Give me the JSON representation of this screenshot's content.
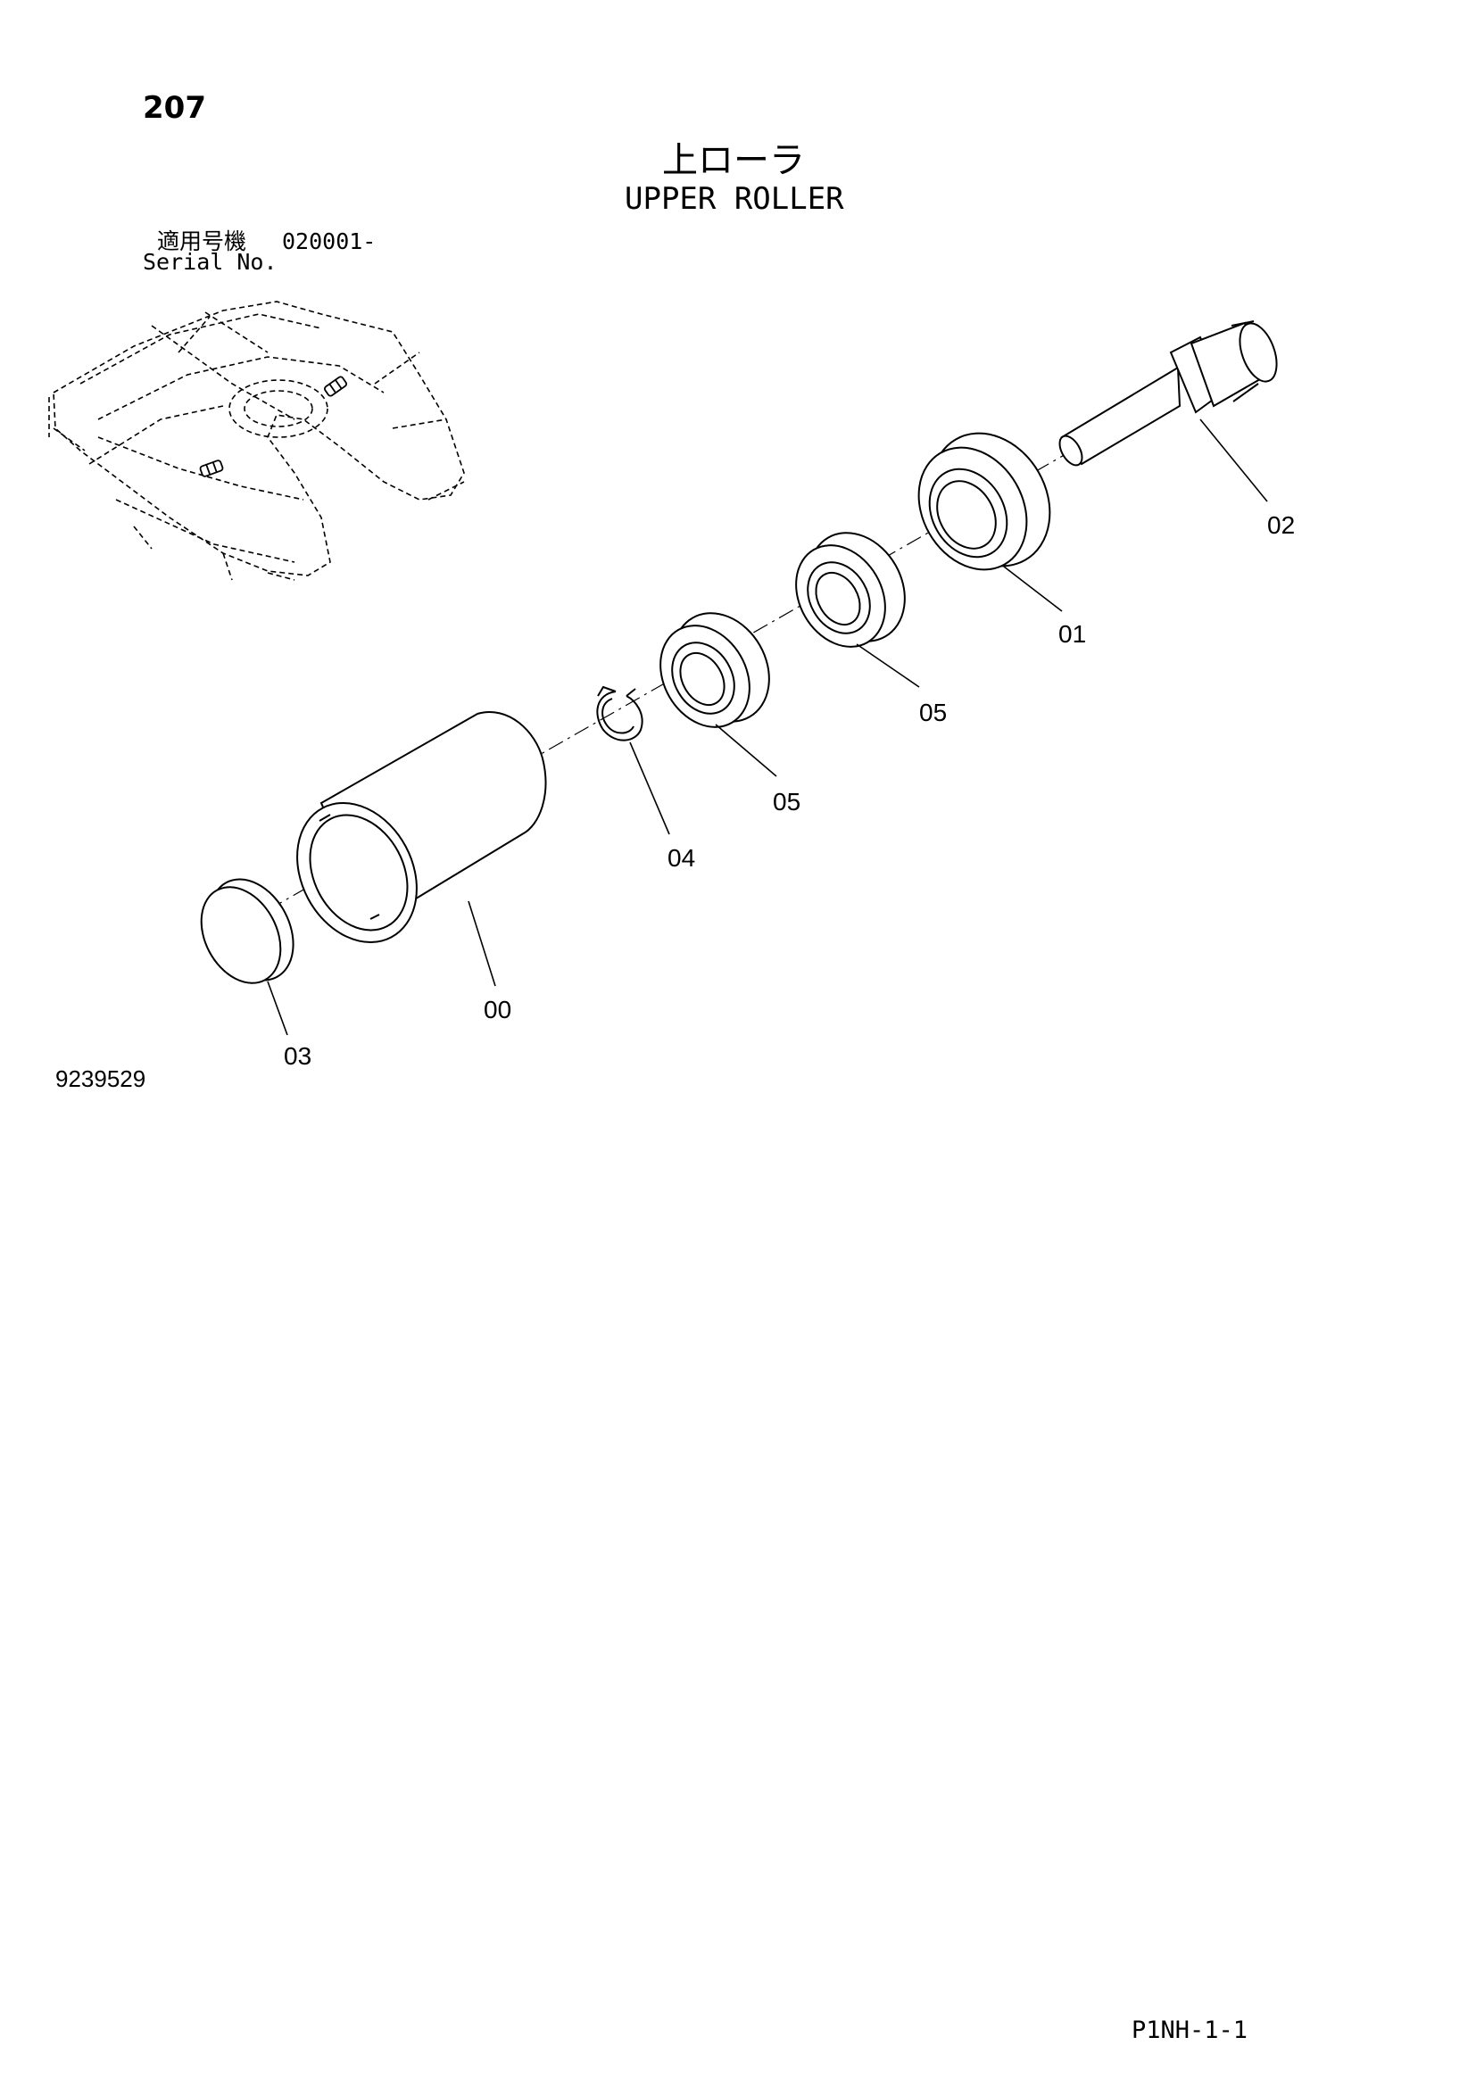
{
  "page": {
    "number": "207",
    "title_jp": "上ローラ",
    "title_en": "UPPER ROLLER",
    "serial_label_jp": "適用号機",
    "serial_value": "020001-",
    "serial_label_en": "Serial No.",
    "drawing_number": "9239529",
    "page_code": "P1NH-1-1"
  },
  "callouts": [
    {
      "id": "02",
      "label": "02"
    },
    {
      "id": "01",
      "label": "01"
    },
    {
      "id": "05a",
      "label": "05"
    },
    {
      "id": "05b",
      "label": "05"
    },
    {
      "id": "04",
      "label": "04"
    },
    {
      "id": "00",
      "label": "00"
    },
    {
      "id": "03",
      "label": "03"
    }
  ]
}
